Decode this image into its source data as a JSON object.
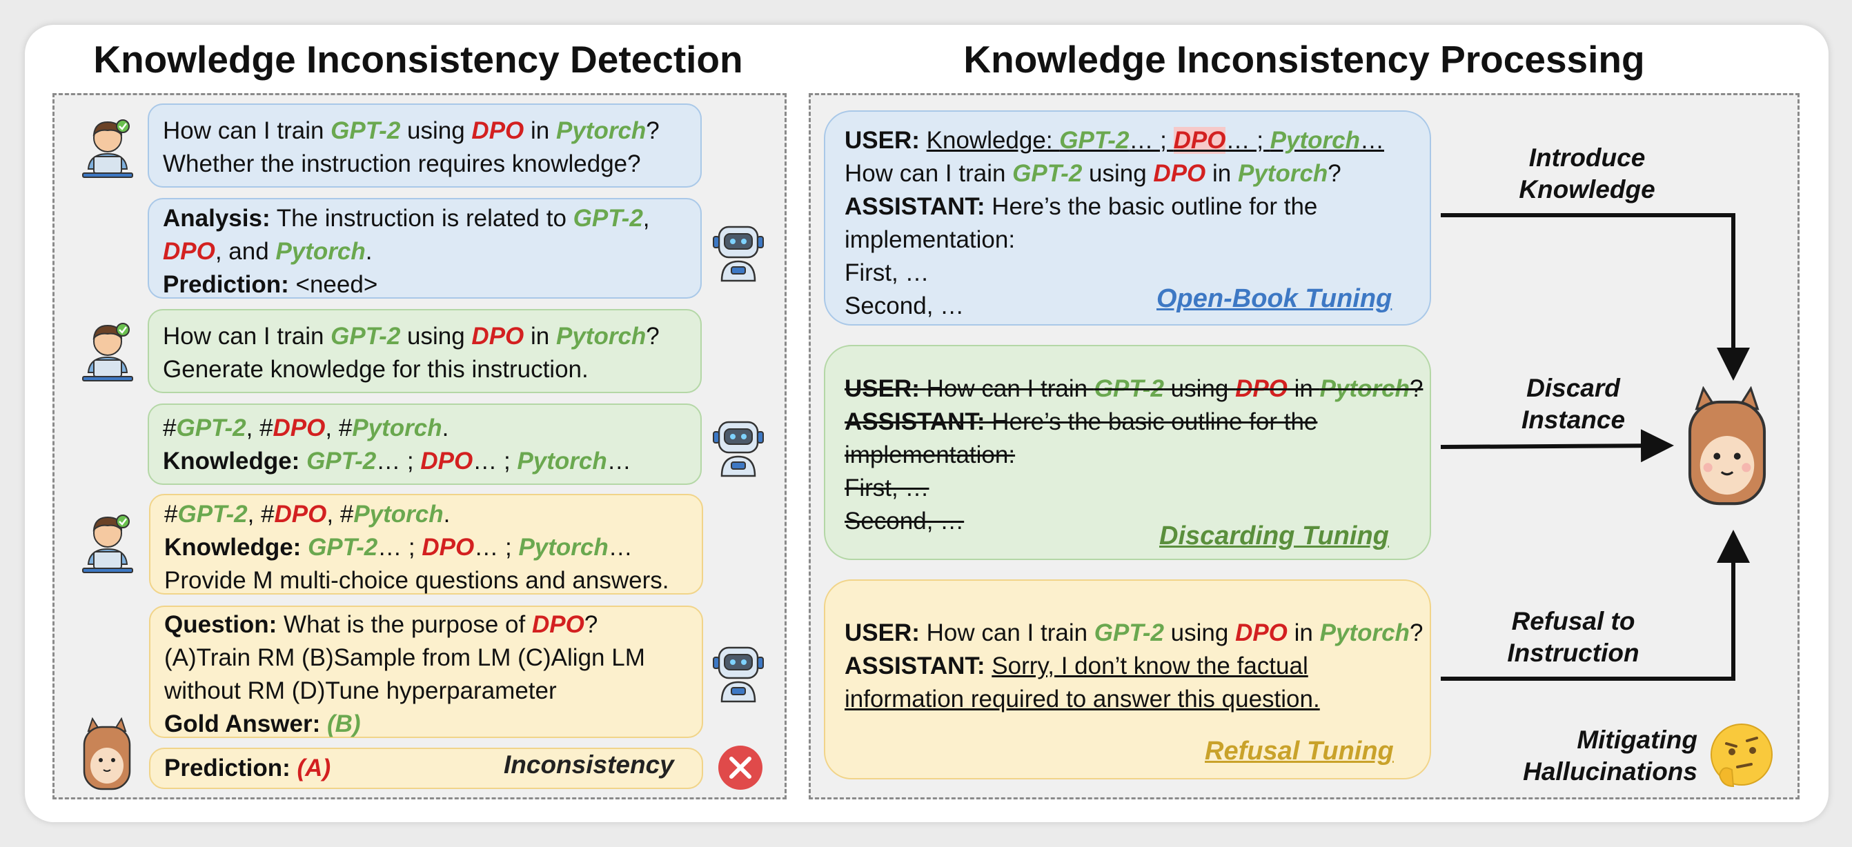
{
  "titles": {
    "left": "Knowledge Inconsistency Detection",
    "right": "Knowledge Inconsistency Processing"
  },
  "terms": {
    "gpt2": "GPT-2",
    "dpo": "DPO",
    "pytorch": "Pytorch",
    "hash_gpt2": "#",
    "hash_dpo": "#",
    "hash_pytorch": "#",
    "ellipsis": "…"
  },
  "detection": {
    "q1_prefix": "How can I train ",
    "q1_using": " using ",
    "q1_in": " in ",
    "q1_end": "?",
    "q1_line2": "Whether the instruction requires knowledge?",
    "analysis_label": "Analysis:",
    "analysis_text": " The instruction is related to ",
    "analysis_and": ", and ",
    "analysis_end": ".",
    "prediction_label": "Prediction:",
    "prediction_value": " <need>",
    "q2_line2": "Generate knowledge for this instruction.",
    "knowledge_label": "Knowledge:",
    "mcq_instruction": "Provide M multi-choice questions and answers.",
    "question_label": "Question:",
    "question_text": " What is the purpose of ",
    "question_options_1": "(A)Train RM (B)Sample from LM (C)Align LM",
    "question_options_2": "without RM (D)Tune hyperparameter",
    "gold_label": "Gold Answer:",
    "gold_value": "(B)",
    "final_prediction_label": "Prediction:",
    "final_prediction_value": "(A)",
    "inconsistency": "Inconsistency"
  },
  "processing": {
    "user_label": "USER:",
    "assistant_label": "ASSISTANT:",
    "knowledge_prefix": "Knowledge: ",
    "sep": "… ; ",
    "end_ellipsis": "…",
    "assistant_outline_1": " Here’s the basic outline for the",
    "assistant_outline_2": "implementation:",
    "first": "First, …",
    "second": "Second, …",
    "refusal_1": "Sorry, I don’t know the factual",
    "refusal_2": "information required to answer this question.",
    "open_book": "Open-Book Tuning",
    "discarding": "Discarding Tuning",
    "refusal": "Refusal Tuning",
    "edge_introduce_1": "Introduce",
    "edge_introduce_2": "Knowledge",
    "edge_discard_1": "Discard",
    "edge_discard_2": "Instance",
    "edge_refusal_1": "Refusal to",
    "edge_refusal_2": "Instruction",
    "mitigating_1": "Mitigating",
    "mitigating_2": "Hallucinations"
  },
  "colors": {
    "green_term": "#6aa84f",
    "red_term": "#d32020",
    "open_book": "#3d78c4",
    "discarding": "#5a8f3c",
    "refusal": "#c9a22a"
  },
  "icons": [
    "user-laptop-icon",
    "robot-icon",
    "llama-icon",
    "error-x-icon",
    "thinking-face-icon"
  ]
}
